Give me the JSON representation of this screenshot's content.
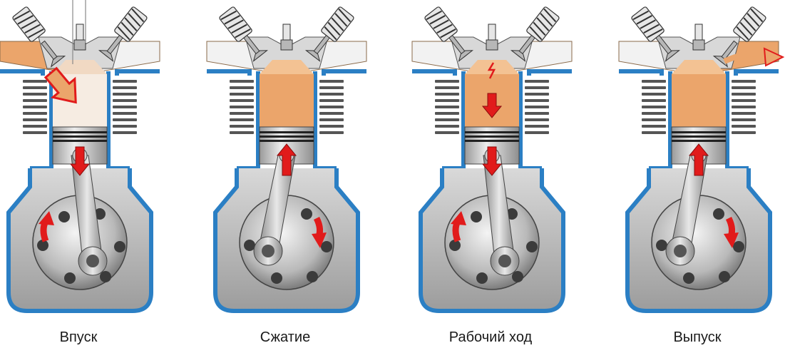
{
  "strokes": [
    {
      "label": "Впуск",
      "piston": "down",
      "crank": "ccw",
      "charge": "intake",
      "valve_open": "intake"
    },
    {
      "label": "Сжатие",
      "piston": "up",
      "crank": "cw",
      "charge": "compressed",
      "valve_open": "none"
    },
    {
      "label": "Рабочий ход",
      "piston": "down",
      "crank": "ccw",
      "charge": "ignition",
      "valve_open": "none"
    },
    {
      "label": "Выпуск",
      "piston": "up",
      "crank": "cw",
      "charge": "exhaust",
      "valve_open": "exhaust"
    }
  ],
  "colors": {
    "block": "#2b7fc4",
    "block_dark": "#1b5a91",
    "metal_light": "#e6e6e6",
    "metal_mid": "#b7b7b7",
    "metal_dark": "#6e6e6e",
    "gas": "#eba56b",
    "gas_light": "#f3c293",
    "arrow": "#e11b1b",
    "text": "#1a1a1a"
  }
}
